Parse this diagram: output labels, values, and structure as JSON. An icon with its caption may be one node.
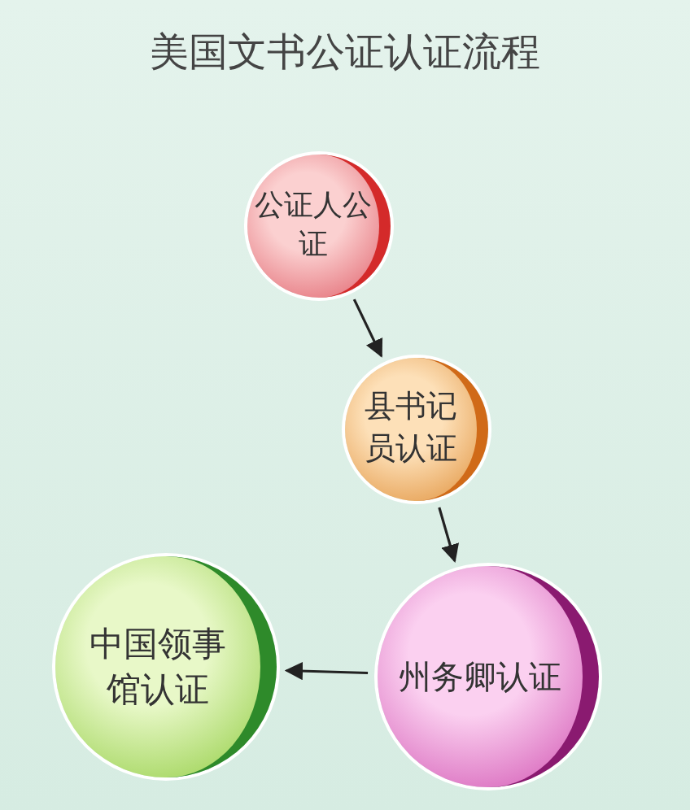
{
  "diagram": {
    "title": "美国文书公证认证流程",
    "nodes": [
      {
        "text": [
          "公证人公证"
        ]
      },
      {
        "text": [
          "县书记员认证"
        ]
      },
      {
        "text": [
          "州务卿认证"
        ]
      },
      {
        "text": [
          "中国领事馆认证"
        ]
      }
    ],
    "edges": [
      {
        "from": 0,
        "to": 1,
        "arrow": "to"
      },
      {
        "from": 1,
        "to": 2,
        "arrow": "to"
      },
      {
        "from": 2,
        "to": 3,
        "arrow": "to"
      }
    ]
  }
}
